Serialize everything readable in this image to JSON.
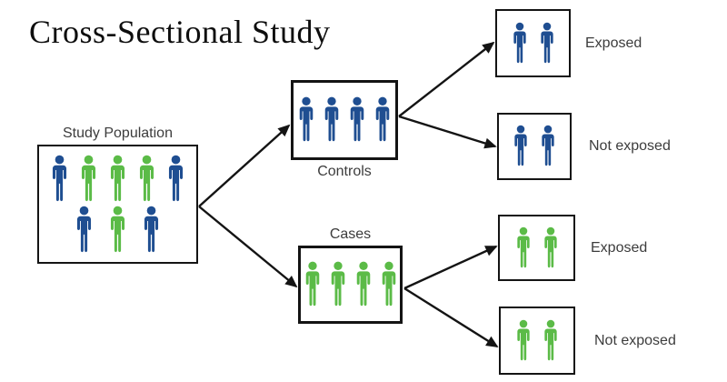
{
  "title": "Cross-Sectional Study",
  "colors": {
    "blue": "#1f4e91",
    "green": "#5bbb47",
    "line": "#141414",
    "label_text": "#3c3c3c"
  },
  "groups": {
    "study_population": {
      "label": "Study Population",
      "rows": [
        [
          "blue",
          "green",
          "green",
          "green",
          "blue"
        ],
        [
          "blue",
          "green",
          "blue"
        ]
      ]
    },
    "controls": {
      "label": "Controls",
      "rows": [
        [
          "blue",
          "blue",
          "blue",
          "blue"
        ]
      ]
    },
    "cases": {
      "label": "Cases",
      "rows": [
        [
          "green",
          "green",
          "green",
          "green"
        ]
      ]
    },
    "controls_exposed": {
      "label": "Exposed",
      "rows": [
        [
          "blue",
          "blue"
        ]
      ]
    },
    "controls_not_exposed": {
      "label": "Not exposed",
      "rows": [
        [
          "blue",
          "blue"
        ]
      ]
    },
    "cases_exposed": {
      "label": "Exposed",
      "rows": [
        [
          "green",
          "green"
        ]
      ]
    },
    "cases_not_exposed": {
      "label": "Not exposed",
      "rows": [
        [
          "green",
          "green"
        ]
      ]
    }
  },
  "edges": [
    {
      "from": "study_population",
      "to": "controls"
    },
    {
      "from": "study_population",
      "to": "cases"
    },
    {
      "from": "controls",
      "to": "controls_exposed"
    },
    {
      "from": "controls",
      "to": "controls_not_exposed"
    },
    {
      "from": "cases",
      "to": "cases_exposed"
    },
    {
      "from": "cases",
      "to": "cases_not_exposed"
    }
  ]
}
